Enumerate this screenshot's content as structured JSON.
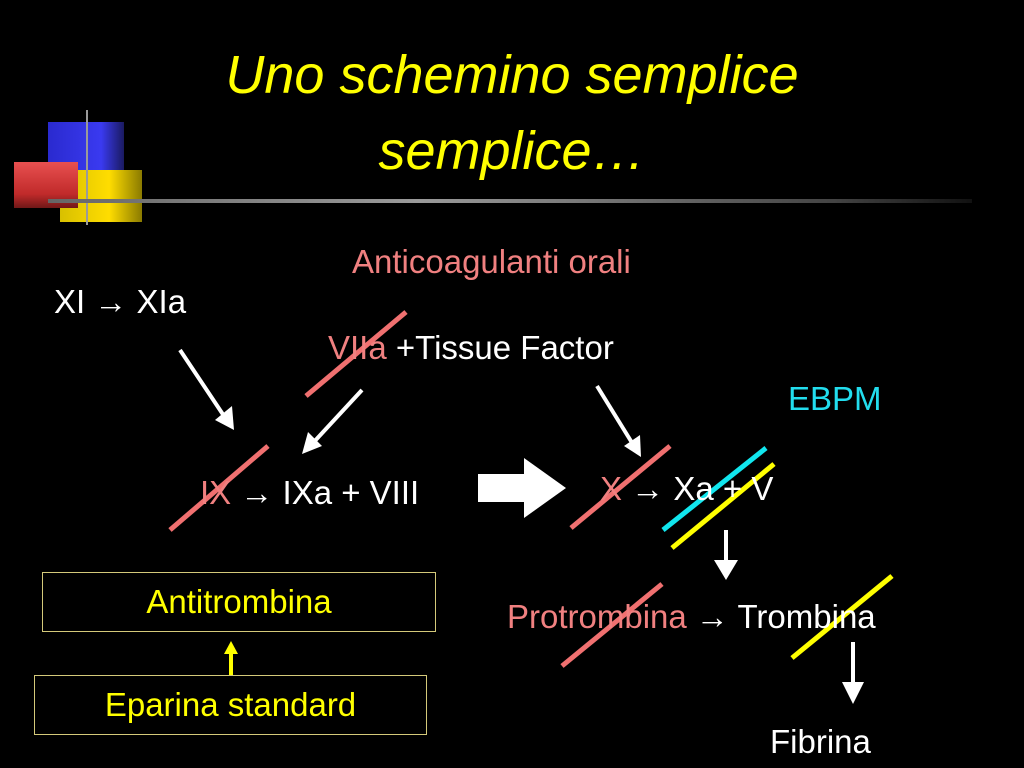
{
  "title": {
    "line1": "Uno schemino semplice",
    "line2": "semplice…"
  },
  "colors": {
    "title": "#ffff00",
    "inhibitor_oral": "#f07070",
    "inhibitor_ebpm": "#11e6ee",
    "inhibitor_heparin": "#ffff00",
    "text": "#ffffff",
    "box_text": "#ffff00",
    "oral_label": "#f08080",
    "ebpm_label": "#22ddee"
  },
  "labels": {
    "oral_anticoagulants": "Anticoagulanti orali",
    "ebpm": "EBPM",
    "xi": "XI",
    "xia": "XIa",
    "viia": "VIIa",
    "tissue_factor": "+Tissue Factor",
    "ix": "IX",
    "ixa_viii": "IXa + VIII",
    "x": "X",
    "xa_v": "Xa + V",
    "protrombina": "Protrombina",
    "trombina": "Trombina",
    "fibrina": "Fibrina",
    "arrow_symbol": "→"
  },
  "boxes": {
    "antitrombina": "Antitrombina",
    "eparina": "Eparina standard"
  }
}
